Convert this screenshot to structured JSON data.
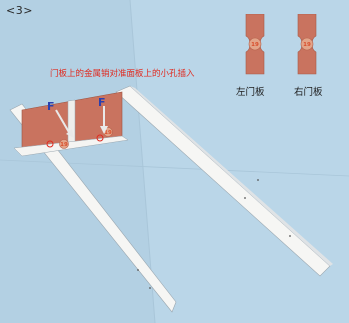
{
  "step": "<3>",
  "instruction": "门板上的金属销对准面板上的小孔插入",
  "panels": {
    "left_label": "左门板",
    "right_label": "右门板"
  },
  "markers": {
    "f_letter": "F",
    "part_number": "19"
  },
  "colors": {
    "background": "#b7d3e6",
    "door_panel": "#c9735f",
    "board": "#f6f6f4",
    "arrow": "#e4e4e4",
    "instruction": "#e02a1f",
    "marker_letter": "#2b3fae"
  }
}
